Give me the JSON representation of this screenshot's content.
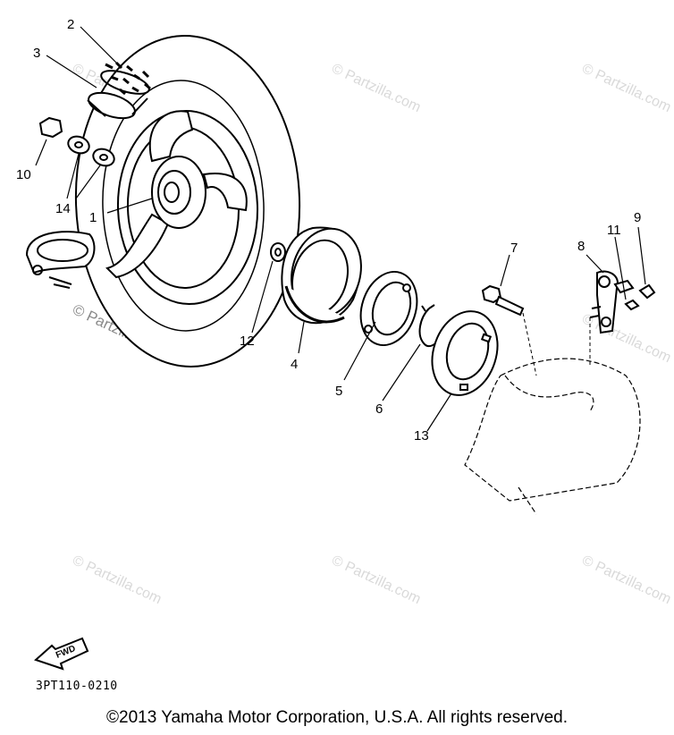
{
  "callouts": {
    "c1": "1",
    "c2": "2",
    "c3": "3",
    "c4": "4",
    "c5": "5",
    "c6": "6",
    "c7": "7",
    "c8": "8",
    "c9": "9",
    "c10": "10",
    "c11": "11",
    "c12": "12",
    "c13": "13",
    "c14": "14"
  },
  "watermark": "© Partzilla.com",
  "fwd_label": "FWD",
  "catalog_code": "3PT110-0210",
  "copyright": "©2013  Yamaha Motor Corporation, U.S.A. All rights reserved."
}
